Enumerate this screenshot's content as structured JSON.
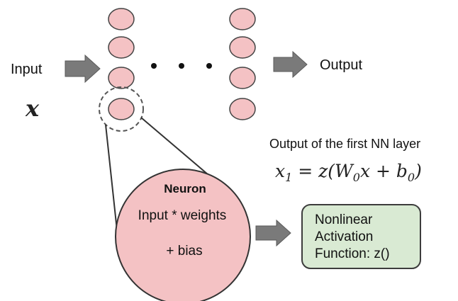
{
  "input": {
    "label": "Input",
    "symbol": "x"
  },
  "output": {
    "label": "Output"
  },
  "layer_caption": {
    "text": "Output of the first NN layer"
  },
  "formula": {
    "lhs": "x",
    "lhs_sub": "1",
    "eq": " = z(W",
    "w_sub": "0",
    "mid": "x + b",
    "b_sub": "0",
    "close": ")"
  },
  "neuron": {
    "title": "Neuron",
    "line1": "Input * weights",
    "line2": "+ bias"
  },
  "activation": {
    "line1": "Nonlinear",
    "line2": "Activation",
    "line3": "Function: z()"
  },
  "colors": {
    "node_fill": "#f4c2c4",
    "node_stroke": "#444444",
    "arrow_fill": "#7a7a7a",
    "activation_fill": "#d9ead3",
    "activation_stroke": "#3c3c3c"
  }
}
